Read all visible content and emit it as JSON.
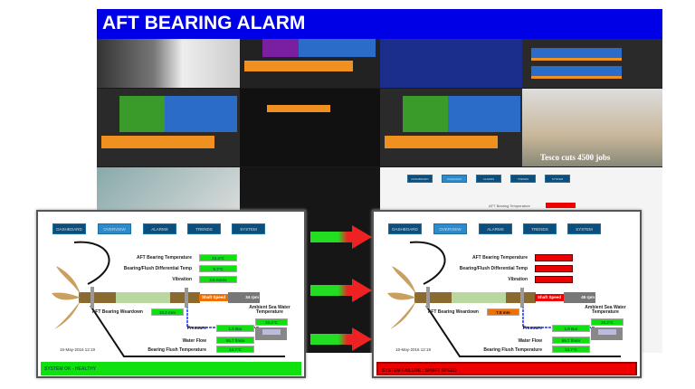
{
  "banner": {
    "title": "AFT BEARING ALARM"
  },
  "wall": {
    "news_caption": "Tesco cuts 4500 jobs",
    "nav": [
      "DASHBOARD",
      "OVERVIEW",
      "ALARMS",
      "TRENDS",
      "SYSTEM"
    ],
    "mini_label": "AFT Bearing Temperature"
  },
  "healthy": {
    "nav": [
      "DASHBOARD",
      "OVERVIEW",
      "ALARMS",
      "TRENDS",
      "SYSTEM"
    ],
    "labels": {
      "aft_temp": "AFT Bearing Temperature",
      "diff_temp": "Bearing/Flush Differential Temp",
      "vibration": "Vibration",
      "weardown": "AFT Bearing Weardown",
      "ambient": "Ambient Sea Water Temperature",
      "pressure": "Pressure",
      "water_flow": "Water Flow",
      "flush_temp": "Bearing Flush Temperature",
      "shaft_speed": "Shaft Speed"
    },
    "values": {
      "aft_temp": "23.4°C",
      "diff_temp": "9.7°C",
      "vibration": "2.5 mm/s",
      "weardown": "10.2 mm",
      "ambient": "20.2°C",
      "pressure": "1.0 Bar",
      "water_flow": "55.7 l/min",
      "flush_temp": "13.7°C",
      "shaft_speed": "34 rpm"
    },
    "date": "16-May-2016 12:19",
    "status": "SYSTEM OK - HEALTHY"
  },
  "alarm": {
    "nav": [
      "DASHBOARD",
      "OVERVIEW",
      "ALARMS",
      "TRENDS",
      "SYSTEM"
    ],
    "labels": {
      "aft_temp": "AFT Bearing Temperature",
      "diff_temp": "Bearing/Flush Differential Temp",
      "vibration": "Vibration",
      "weardown": "AFT Bearing Weardown",
      "ambient": "Ambient Sea Water Temperature",
      "pressure": "Pressure",
      "water_flow": "Water Flow",
      "flush_temp": "Bearing Flush Temperature",
      "shaft_speed": "Shaft Speed"
    },
    "values": {
      "weardown": "7.8 mm",
      "ambient": "20.2°C",
      "pressure": "1.0 Bar",
      "water_flow": "65.7 l/min",
      "flush_temp": "13.7°C",
      "shaft_speed": "45 rpm"
    },
    "date": "16-May-2016 12:19",
    "status": "SYSTEM FAILURE : SHAFT SPEED"
  },
  "colors": {
    "ok": "#10e010",
    "alarm": "#e00000",
    "banner": "#0000e6",
    "nav": "#0d4f7c"
  }
}
